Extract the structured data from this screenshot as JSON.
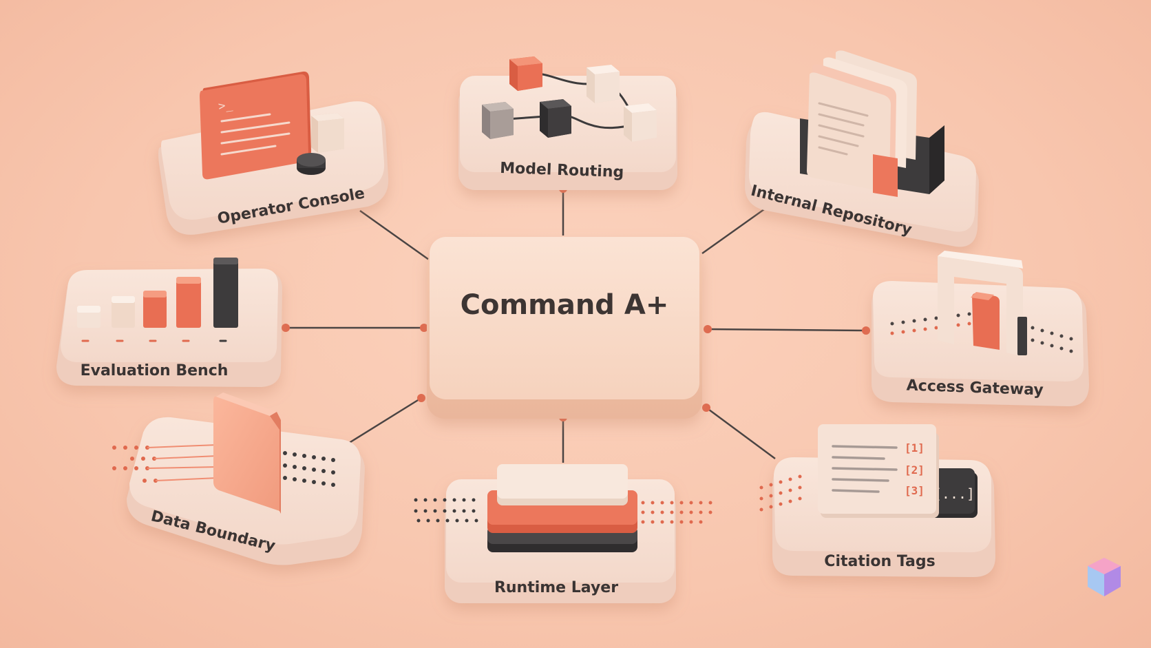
{
  "hub": {
    "title": "Command A+"
  },
  "nodes": [
    {
      "id": "operator-console",
      "label": "Operator Console",
      "prompt": ">_"
    },
    {
      "id": "model-routing",
      "label": "Model Routing"
    },
    {
      "id": "internal-repository",
      "label": "Internal Repository"
    },
    {
      "id": "evaluation-bench",
      "label": "Evaluation Bench"
    },
    {
      "id": "access-gateway",
      "label": "Access Gateway"
    },
    {
      "id": "data-boundary",
      "label": "Data Boundary"
    },
    {
      "id": "runtime-layer",
      "label": "Runtime Layer"
    },
    {
      "id": "citation-tags",
      "label": "Citation Tags",
      "refs": [
        "[1]",
        "[2]",
        "[3]"
      ],
      "ellipsis": "[...]"
    }
  ],
  "colors": {
    "background": "#f8c6ae",
    "platform": "#f7ddd0",
    "platform_side": "#e9bfae",
    "coral": "#e9735a",
    "cream": "#f4e2d2",
    "dark": "#3d3b3c",
    "line": "#4a4443",
    "dot": "#e0694e"
  }
}
